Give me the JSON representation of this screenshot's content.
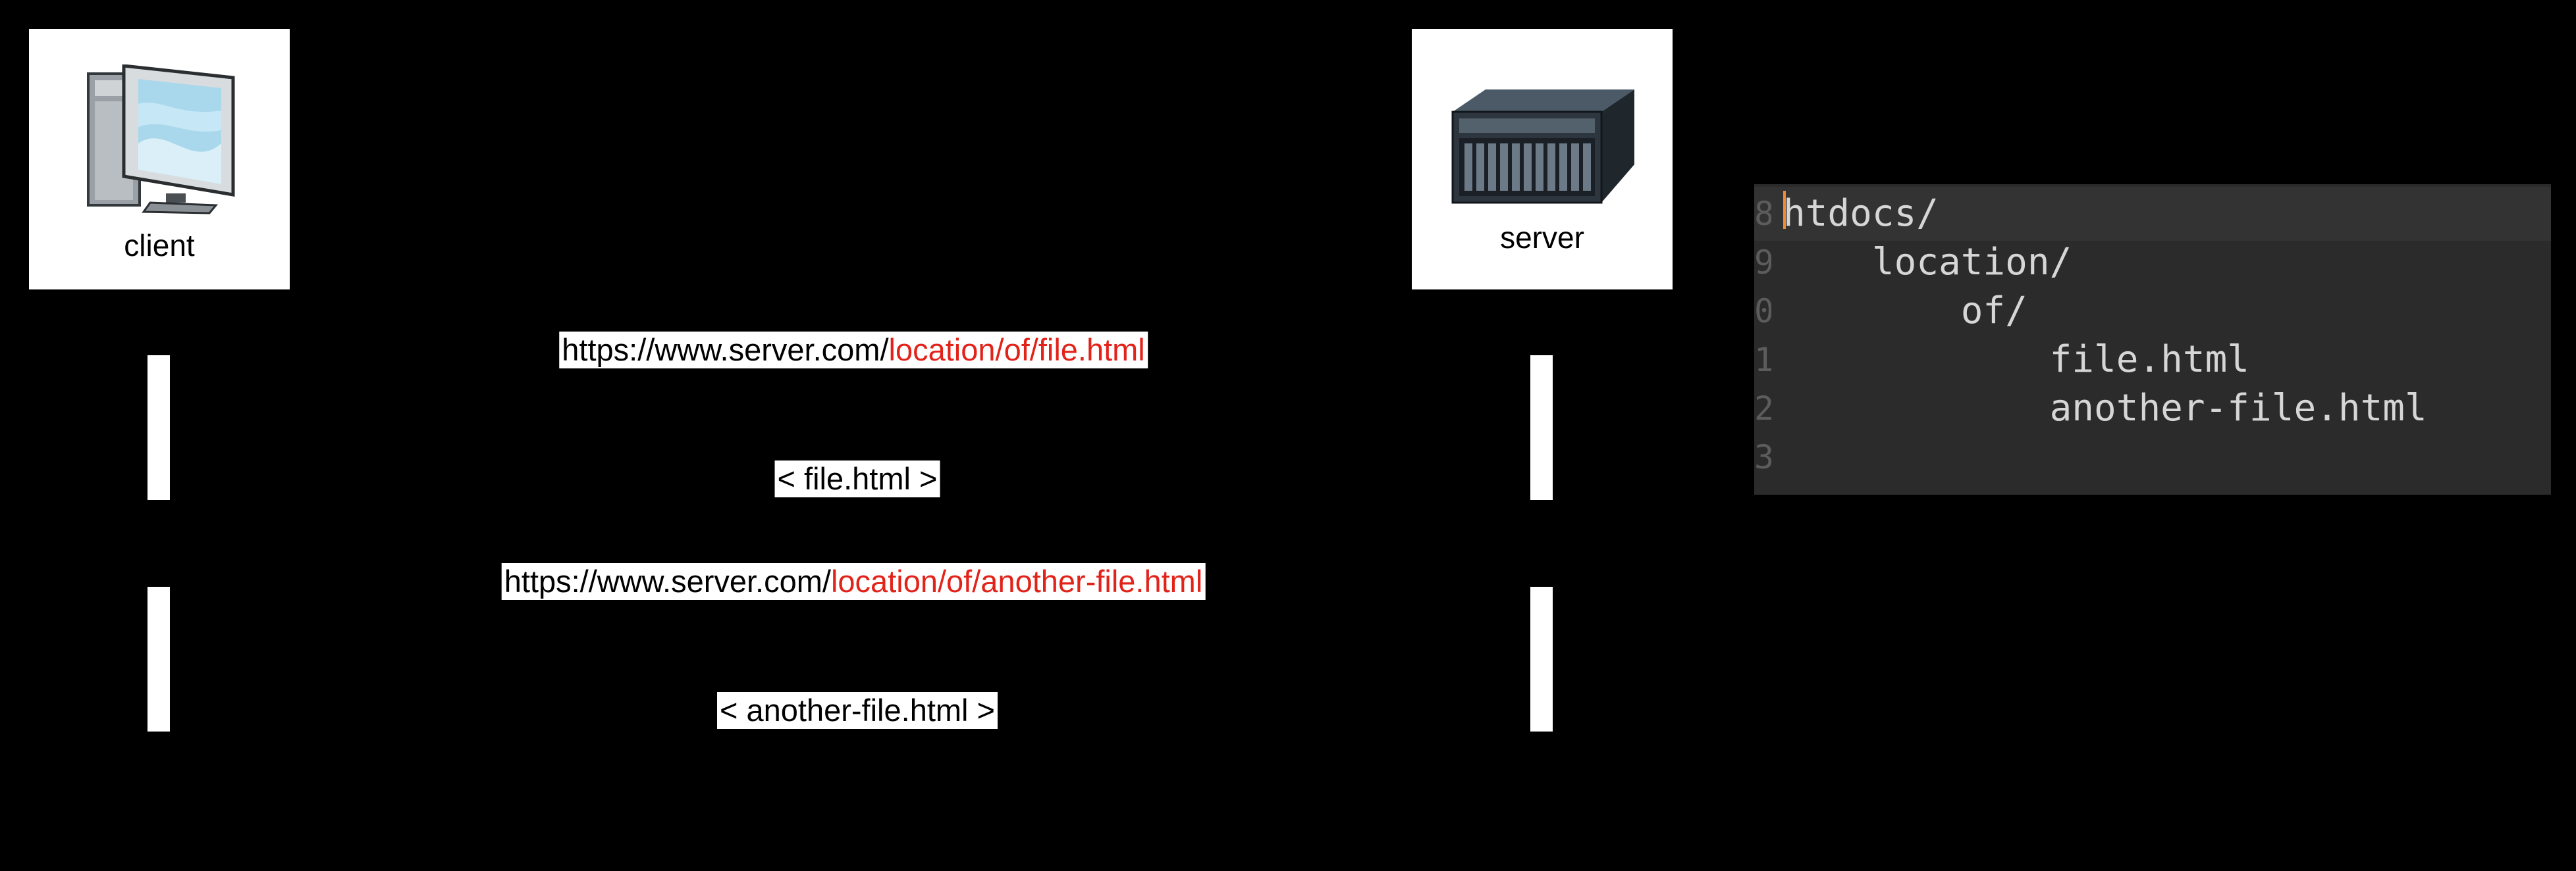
{
  "actors": {
    "client": {
      "label": "client",
      "icon": "desktop-computer-icon"
    },
    "server": {
      "label": "server",
      "icon": "rack-server-icon"
    }
  },
  "messages": [
    {
      "host": "https://www.server.com/",
      "path": "location/of/file.html"
    },
    {
      "text": "< file.html >"
    },
    {
      "host": "https://www.server.com/",
      "path": "location/of/another-file.html"
    },
    {
      "text": "< another-file.html >"
    }
  ],
  "editor": {
    "lines": [
      {
        "num": "8",
        "text": "htdocs/"
      },
      {
        "num": "9",
        "text": "    location/"
      },
      {
        "num": "0",
        "text": "        of/"
      },
      {
        "num": "1",
        "text": "            file.html"
      },
      {
        "num": "2",
        "text": "            another-file.html"
      },
      {
        "num": "3",
        "text": ""
      }
    ]
  },
  "colors": {
    "background": "#000000",
    "path_highlight": "#e2231a",
    "editor_background": "#2b2b2b",
    "editor_text": "#d6d6d6",
    "cursor": "#f28a2e"
  }
}
